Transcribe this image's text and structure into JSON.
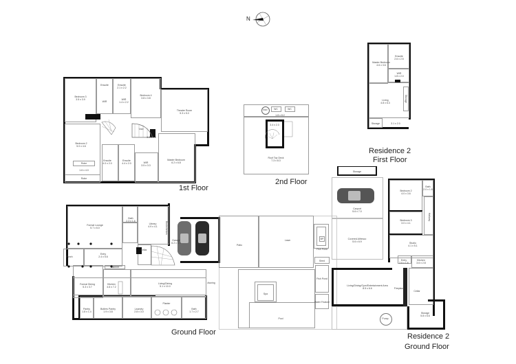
{
  "compass": {
    "label": "N"
  },
  "floors": {
    "first_floor": {
      "title": "1st Floor",
      "rooms": [
        {
          "name": "Bedroom 3",
          "dims": "3.5 x 3.9"
        },
        {
          "name": "Ensuite",
          "dims": ""
        },
        {
          "name": "Ensuite",
          "dims": "2.1 x 2.2"
        },
        {
          "name": "WIR",
          "dims": ""
        },
        {
          "name": "WIR",
          "dims": "1.4 x 2.2"
        },
        {
          "name": "Bedroom 4",
          "dims": "3.8 x 3.8"
        },
        {
          "name": "Theatre Room",
          "dims": "5.3 x 5.0"
        },
        {
          "name": "Bedroom 2",
          "dims": "5.0 x 4.6"
        },
        {
          "name": "Robe",
          "dims": ""
        },
        {
          "name": "",
          "dims": "1.6 x 4.0"
        },
        {
          "name": "Robe",
          "dims": ""
        },
        {
          "name": "Ensuite",
          "dims": "4.0 x 2.0"
        },
        {
          "name": "Ensuite",
          "dims": "4.4 x 2.0"
        },
        {
          "name": "WIR",
          "dims": "3.5 x 3.3"
        },
        {
          "name": "Master Bedroom",
          "dims": "6.2 x 6.8"
        },
        {
          "name": "Void",
          "dims": ""
        },
        {
          "name": "",
          "dims": "3.0 x 6.8"
        }
      ]
    },
    "second_floor": {
      "title": "2nd Floor",
      "rooms": [
        {
          "name": "Void",
          "dims": ""
        },
        {
          "name": "WC",
          "dims": ""
        },
        {
          "name": "WC",
          "dims": ""
        },
        {
          "name": "",
          "dims": "1.8 x 8.2"
        },
        {
          "name": "",
          "dims": "3.4 x 2.3"
        },
        {
          "name": "Roof Top Deck",
          "dims": "7.3 x 8.3"
        }
      ]
    },
    "residence2_first": {
      "title_line1": "Residence 2",
      "title_line2": "First Floor",
      "rooms": [
        {
          "name": "Master Bedroom",
          "dims": "4.6 x 3.6"
        },
        {
          "name": "Ensuite",
          "dims": "2.6 x 2.5"
        },
        {
          "name": "WIR",
          "dims": "1.8 x 2.0"
        },
        {
          "name": "Living",
          "dims": "4.8 x 6.3"
        },
        {
          "name": "Storage",
          "dims": ""
        },
        {
          "name": "Storage",
          "dims": ""
        },
        {
          "name": "",
          "dims": "3.1 x 2.0"
        }
      ]
    },
    "ground_floor": {
      "title": "Ground Floor",
      "rooms": [
        {
          "name": "Formal Lounge",
          "dims": "5.7 x 6.0"
        },
        {
          "name": "Bath",
          "dims": "2.3 x 1.6"
        },
        {
          "name": "Library",
          "dims": "4.9 x 4.1"
        },
        {
          "name": "Bookshelves",
          "dims": ""
        },
        {
          "name": "Cellar",
          "dims": ""
        },
        {
          "name": "Porch",
          "dims": ""
        },
        {
          "name": "Entry",
          "dims": "2.4 x 5.6"
        },
        {
          "name": "Cabinet",
          "dims": ""
        },
        {
          "name": "Formal Dining",
          "dims": "5.3 x 3.7"
        },
        {
          "name": "Kitchen",
          "dims": "4.6 x 7.2"
        },
        {
          "name": "Living/Dining",
          "dims": "5.1 x 10.0"
        },
        {
          "name": "Awning",
          "dims": ""
        },
        {
          "name": "Pantry",
          "dims": "1.8 x 1.4"
        },
        {
          "name": "Butlers Pantry",
          "dims": "1.9 x 3.8"
        },
        {
          "name": "Laundry",
          "dims": "2.8 x 3.0"
        },
        {
          "name": "Planter",
          "dims": ""
        },
        {
          "name": "Bath",
          "dims": "1.7 x 2.7"
        },
        {
          "name": "Garage",
          "dims": "6.2 x 6.3"
        }
      ]
    },
    "outdoor": {
      "rooms": [
        {
          "name": "Patio",
          "dims": ""
        },
        {
          "name": "Lawn",
          "dims": ""
        },
        {
          "name": "BP",
          "dims": ""
        },
        {
          "name": "Fish Pond",
          "dims": ""
        },
        {
          "name": "Shed",
          "dims": ""
        },
        {
          "name": "Spa",
          "dims": ""
        },
        {
          "name": "Fish Pond",
          "dims": ""
        },
        {
          "name": "Water Feature",
          "dims": ""
        },
        {
          "name": "Pool",
          "dims": ""
        }
      ]
    },
    "residence2_ground": {
      "title_line1": "Residence 2",
      "title_line2": "Ground Floor",
      "rooms": [
        {
          "name": "Storage",
          "dims": ""
        },
        {
          "name": "Carport",
          "dims": "5.6 x 7.0"
        },
        {
          "name": "Bedroom 2",
          "dims": "4.0 x 3.6"
        },
        {
          "name": "Bath",
          "dims": "2.0 x 1.8"
        },
        {
          "name": "Bedroom 3",
          "dims": "3.0 x 4.1"
        },
        {
          "name": "Covered Alfresco",
          "dims": "5.6 x 6.9"
        },
        {
          "name": "Hallway",
          "dims": "4.0 x 1.1"
        },
        {
          "name": "Studio",
          "dims": "4.1 x 5.1"
        },
        {
          "name": "Entry",
          "dims": "2.6 x 1.6"
        },
        {
          "name": "Kitchen",
          "dims": "3.6 x 2.8"
        },
        {
          "name": "Living/Dining/Gym/Entertainment Area",
          "dims": "8.5 x 6.6"
        },
        {
          "name": "Fireplace",
          "dims": ""
        },
        {
          "name": "Cellar",
          "dims": ""
        },
        {
          "name": "Storage",
          "dims": "5.8 x 6.6"
        },
        {
          "name": "Pump",
          "dims": ""
        }
      ]
    }
  }
}
